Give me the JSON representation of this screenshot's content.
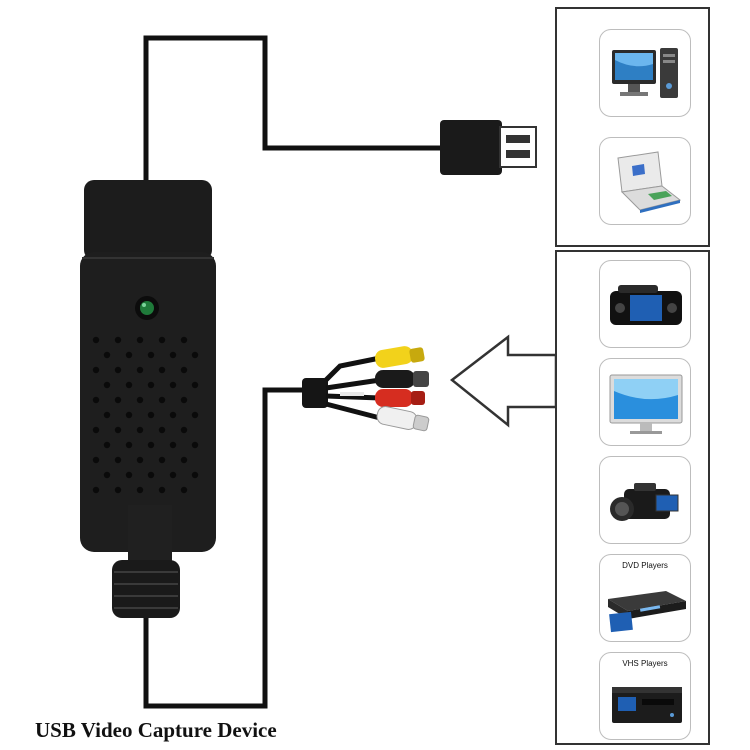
{
  "caption": "USB Video Capture Device",
  "sources": {
    "computers": [
      {
        "icon": "desktop-pc-icon"
      },
      {
        "icon": "laptop-icon"
      }
    ],
    "devices": [
      {
        "icon": "portable-media-player-icon",
        "label": ""
      },
      {
        "icon": "tv-monitor-icon",
        "label": ""
      },
      {
        "icon": "camcorder-icon",
        "label": ""
      },
      {
        "icon": "dvd-player-icon",
        "label": "DVD Players"
      },
      {
        "icon": "vhs-player-icon",
        "label": "VHS Players"
      }
    ]
  },
  "colors": {
    "device_body": "#1c1c1c",
    "cable": "#111111",
    "rca_video": "#f2d21b",
    "rca_black": "#1a1a1a",
    "rca_red": "#d62d20",
    "rca_white": "#f0f0f0",
    "led": "#1f7a3a"
  }
}
